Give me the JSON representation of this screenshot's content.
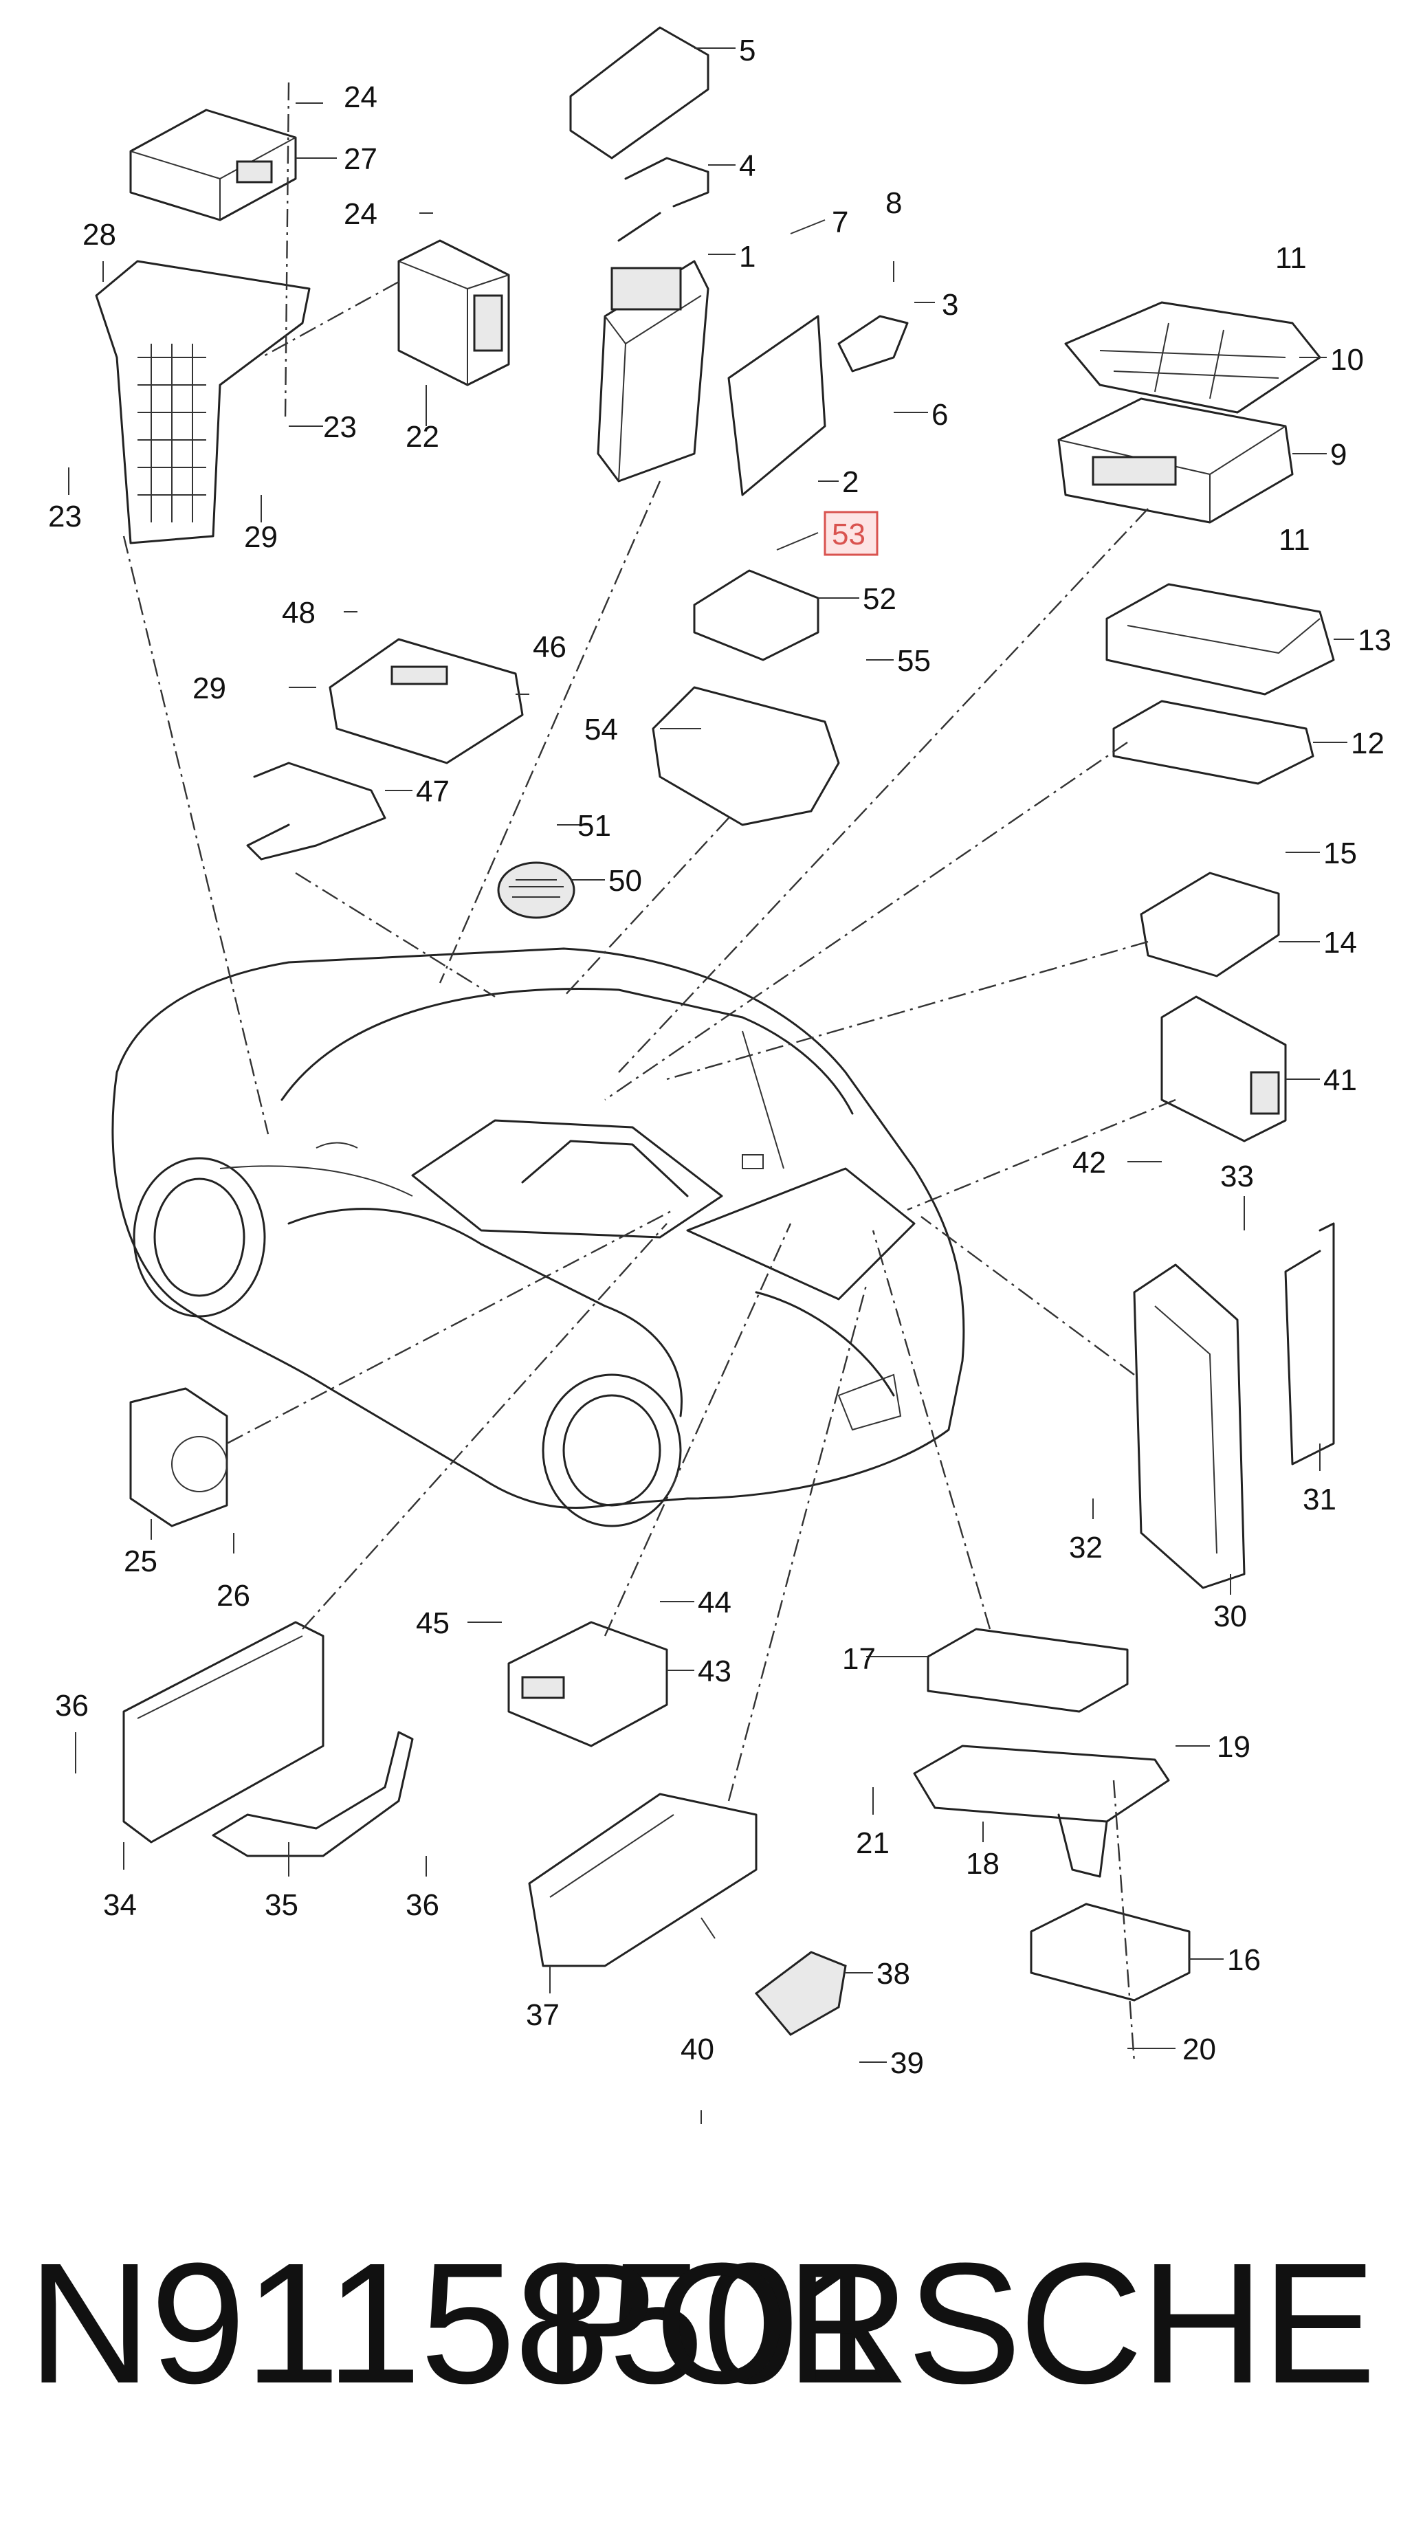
{
  "diagram": {
    "parts": [
      {
        "id": "p1",
        "label": "1"
      },
      {
        "id": "p2",
        "label": "2"
      },
      {
        "id": "p3",
        "label": "3"
      },
      {
        "id": "p4",
        "label": "4"
      },
      {
        "id": "p5",
        "label": "5"
      },
      {
        "id": "p6",
        "label": "6"
      },
      {
        "id": "p7",
        "label": "7"
      },
      {
        "id": "p8",
        "label": "8"
      },
      {
        "id": "p9",
        "label": "9"
      },
      {
        "id": "p10",
        "label": "10"
      },
      {
        "id": "p11a",
        "label": "11"
      },
      {
        "id": "p11b",
        "label": "11"
      },
      {
        "id": "p12",
        "label": "12"
      },
      {
        "id": "p13",
        "label": "13"
      },
      {
        "id": "p14",
        "label": "14"
      },
      {
        "id": "p15",
        "label": "15"
      },
      {
        "id": "p16",
        "label": "16"
      },
      {
        "id": "p17",
        "label": "17"
      },
      {
        "id": "p18",
        "label": "18"
      },
      {
        "id": "p19",
        "label": "19"
      },
      {
        "id": "p20",
        "label": "20"
      },
      {
        "id": "p21",
        "label": "21"
      },
      {
        "id": "p22",
        "label": "22"
      },
      {
        "id": "p23a",
        "label": "23"
      },
      {
        "id": "p23b",
        "label": "23"
      },
      {
        "id": "p24a",
        "label": "24"
      },
      {
        "id": "p24b",
        "label": "24"
      },
      {
        "id": "p25",
        "label": "25"
      },
      {
        "id": "p26",
        "label": "26"
      },
      {
        "id": "p27",
        "label": "27"
      },
      {
        "id": "p28",
        "label": "28"
      },
      {
        "id": "p29a",
        "label": "29"
      },
      {
        "id": "p29b",
        "label": "29"
      },
      {
        "id": "p30",
        "label": "30"
      },
      {
        "id": "p31",
        "label": "31"
      },
      {
        "id": "p32",
        "label": "32"
      },
      {
        "id": "p33",
        "label": "33"
      },
      {
        "id": "p34",
        "label": "34"
      },
      {
        "id": "p35",
        "label": "35"
      },
      {
        "id": "p36a",
        "label": "36"
      },
      {
        "id": "p36b",
        "label": "36"
      },
      {
        "id": "p37",
        "label": "37"
      },
      {
        "id": "p38",
        "label": "38"
      },
      {
        "id": "p39",
        "label": "39"
      },
      {
        "id": "p40",
        "label": "40"
      },
      {
        "id": "p41",
        "label": "41"
      },
      {
        "id": "p42",
        "label": "42"
      },
      {
        "id": "p43",
        "label": "43"
      },
      {
        "id": "p44",
        "label": "44"
      },
      {
        "id": "p45",
        "label": "45"
      },
      {
        "id": "p46",
        "label": "46"
      },
      {
        "id": "p47",
        "label": "47"
      },
      {
        "id": "p48",
        "label": "48"
      },
      {
        "id": "p50",
        "label": "50"
      },
      {
        "id": "p51",
        "label": "51"
      },
      {
        "id": "p52",
        "label": "52"
      },
      {
        "id": "p53",
        "label": "53"
      },
      {
        "id": "p54",
        "label": "54"
      },
      {
        "id": "p55",
        "label": "55"
      }
    ],
    "highlighted_label": "53",
    "highlight_color": "#d9534f"
  },
  "footer": {
    "part_number": "N91158501",
    "brand": "PORSCHE"
  }
}
